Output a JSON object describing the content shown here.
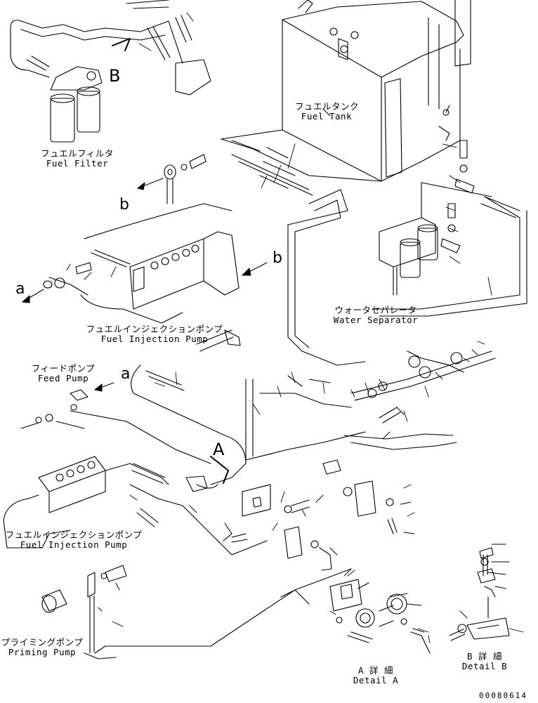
{
  "labels": {
    "fuel_filter": {
      "ja": "フュエルフィルタ",
      "en": "Fuel Filter"
    },
    "fuel_tank": {
      "ja": "フュエルタンク",
      "en": "Fuel Tank"
    },
    "water_separator": {
      "ja": "ウォータセパレータ",
      "en": "Water Separator"
    },
    "injection_pump_upper": {
      "ja": "フュエルインジェクションポンプ",
      "en": "Fuel Injection Pump"
    },
    "feed_pump": {
      "ja": "フィードポンプ",
      "en": "Feed Pump"
    },
    "injection_pump_lower": {
      "ja": "フュエルインジェクションポンプ",
      "en": "Fuel Injection Pump"
    },
    "priming_pump": {
      "ja": "プライミングポンプ",
      "en": "Priming Pump"
    },
    "detail_a": {
      "ja": "A 詳 細",
      "en": "Detail A"
    },
    "detail_b": {
      "ja": "B 詳 細",
      "en": "Detail B"
    }
  },
  "refs": {
    "B_top": "B",
    "b_left": "b",
    "b_right": "b",
    "a_left": "a",
    "a_feed": "a",
    "A_view": "A"
  },
  "document_number": "00080614"
}
